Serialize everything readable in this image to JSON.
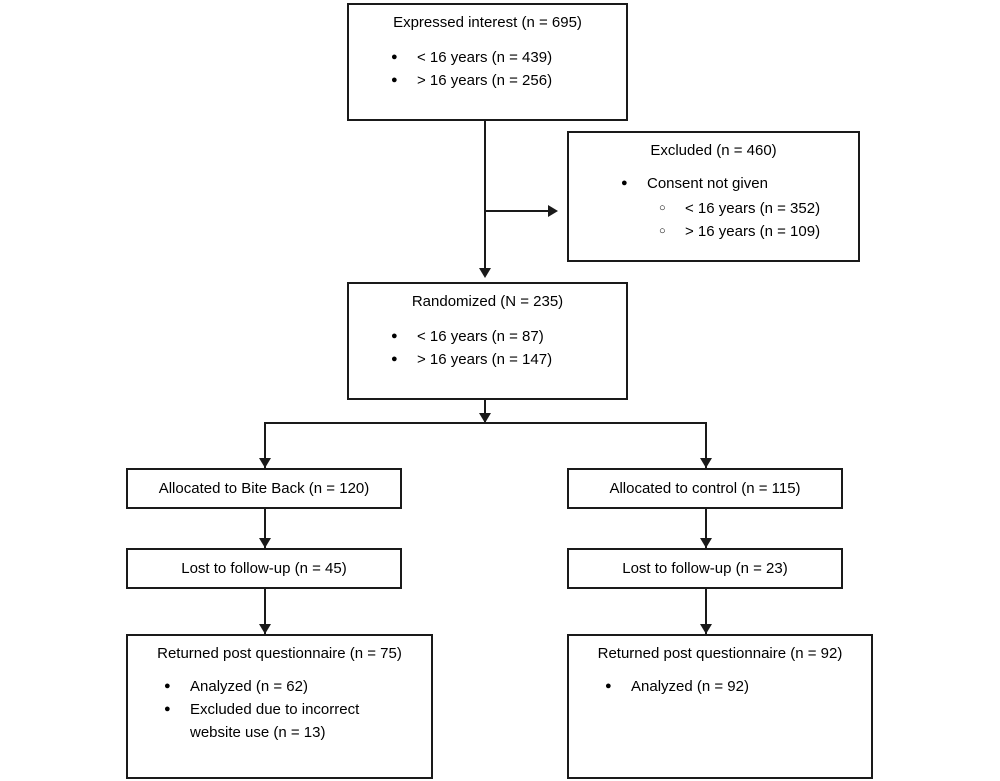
{
  "diagram": {
    "type": "consort-flow-diagram",
    "title": "CONSORT participant flow",
    "colors": {
      "stroke": "#1a1a1a",
      "background": "#ffffff",
      "text": "#000000"
    }
  },
  "nodes": {
    "expressed_interest": {
      "title": "Expressed interest (n = 695)",
      "bullets": [
        "< 16 years (n = 439)",
        "> 16 years (n = 256)"
      ]
    },
    "excluded": {
      "title": "Excluded (n = 460)",
      "bullets": [
        "Consent not given"
      ],
      "subbullets": [
        "< 16 years (n = 352)",
        "> 16 years (n = 109)"
      ]
    },
    "randomized": {
      "title": "Randomized (N = 235)",
      "bullets": [
        "< 16 years (n = 87)",
        "> 16 years (n = 147)"
      ]
    },
    "allocated_intervention": {
      "title": "Allocated to Bite Back (n = 120)"
    },
    "allocated_control": {
      "title": "Allocated to control (n = 115)"
    },
    "lost_intervention": {
      "title": "Lost to follow-up (n = 45)"
    },
    "lost_control": {
      "title": "Lost to follow-up (n = 23)"
    },
    "returned_intervention": {
      "title": "Returned post questionnaire (n = 75)",
      "bullets": [
        "Analyzed (n = 62)",
        "Excluded due to incorrect"
      ],
      "bullet_wrap": "website use (n = 13)"
    },
    "returned_control": {
      "title": "Returned post questionnaire (n = 92)",
      "bullets": [
        "Analyzed (n = 92)"
      ]
    }
  },
  "edges": [
    {
      "name": "interest-to-randomized",
      "from": "expressed_interest",
      "to": "randomized",
      "arrow": "down"
    },
    {
      "name": "interest-to-excluded",
      "from": "expressed_interest",
      "to": "excluded",
      "arrow": "right"
    },
    {
      "name": "randomized-split",
      "from": "randomized",
      "to": "allocation-row",
      "arrow": "down"
    },
    {
      "name": "split-to-intervention",
      "from": "randomized",
      "to": "allocated_intervention",
      "arrow": "down"
    },
    {
      "name": "split-to-control",
      "from": "randomized",
      "to": "allocated_control",
      "arrow": "down"
    },
    {
      "name": "intervention-alloc-to-lost",
      "from": "allocated_intervention",
      "to": "lost_intervention",
      "arrow": "down"
    },
    {
      "name": "control-alloc-to-lost",
      "from": "allocated_control",
      "to": "lost_control",
      "arrow": "down"
    },
    {
      "name": "intervention-lost-to-returned",
      "from": "lost_intervention",
      "to": "returned_intervention",
      "arrow": "down"
    },
    {
      "name": "control-lost-to-returned",
      "from": "lost_control",
      "to": "returned_control",
      "arrow": "down"
    }
  ]
}
